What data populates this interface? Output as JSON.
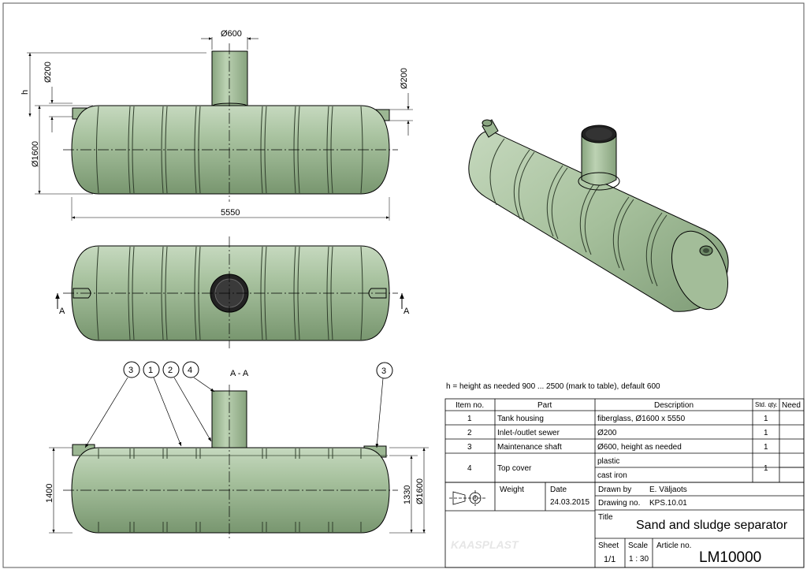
{
  "dimensions": {
    "shaft_diameter_top": "Ø600",
    "left_pipe_diameter": "Ø200",
    "right_pipe_diameter": "Ø200",
    "height_label": "h",
    "tank_diameter": "Ø1600",
    "tank_length": "5550",
    "bottom_height_left": "1400",
    "bottom_height_inner": "1330",
    "bottom_diameter": "Ø1600"
  },
  "section_labels": {
    "left": "A",
    "right": "A",
    "title": "A - A"
  },
  "balloons": [
    "3",
    "1",
    "2",
    "4",
    "3"
  ],
  "note": "h = height as needed 900 ... 2500 (mark to table), default 600",
  "table": {
    "headers": {
      "item": "Item no.",
      "part": "Part",
      "description": "Description",
      "std_qty": "Std. qty.",
      "need": "Need"
    },
    "rows": [
      {
        "item": "1",
        "part": "Tank housing",
        "description": "fiberglass, Ø1600 x 5550",
        "qty": "1"
      },
      {
        "item": "2",
        "part": "Inlet-/outlet sewer",
        "description": "Ø200",
        "qty": "1"
      },
      {
        "item": "3",
        "part": "Maintenance shaft",
        "description": "Ø600, height as needed",
        "qty": "1"
      },
      {
        "item": "4",
        "part": "Top cover",
        "description_a": "plastic",
        "description_b": "cast iron",
        "qty": "1"
      }
    ]
  },
  "title_block": {
    "weight_label": "Weight",
    "date_label": "Date",
    "date_value": "24.03.2015",
    "drawn_by_label": "Drawn by",
    "drawn_by_value": "E. Väljaots",
    "drawing_no_label": "Drawing no.",
    "drawing_no_value": "KPS.10.01",
    "title_label": "Title",
    "title_value": "Sand and sludge separator",
    "sheet_label": "Sheet",
    "sheet_value": "1/1",
    "scale_label": "Scale",
    "scale_value": "1 : 30",
    "article_label": "Article no.",
    "article_value": "LM10000",
    "logo_text": "KAASPLAST"
  },
  "colors": {
    "tank_fill": "#a9c3a0",
    "tank_dark": "#7e9b76",
    "line": "#000000",
    "border": "#555555"
  }
}
